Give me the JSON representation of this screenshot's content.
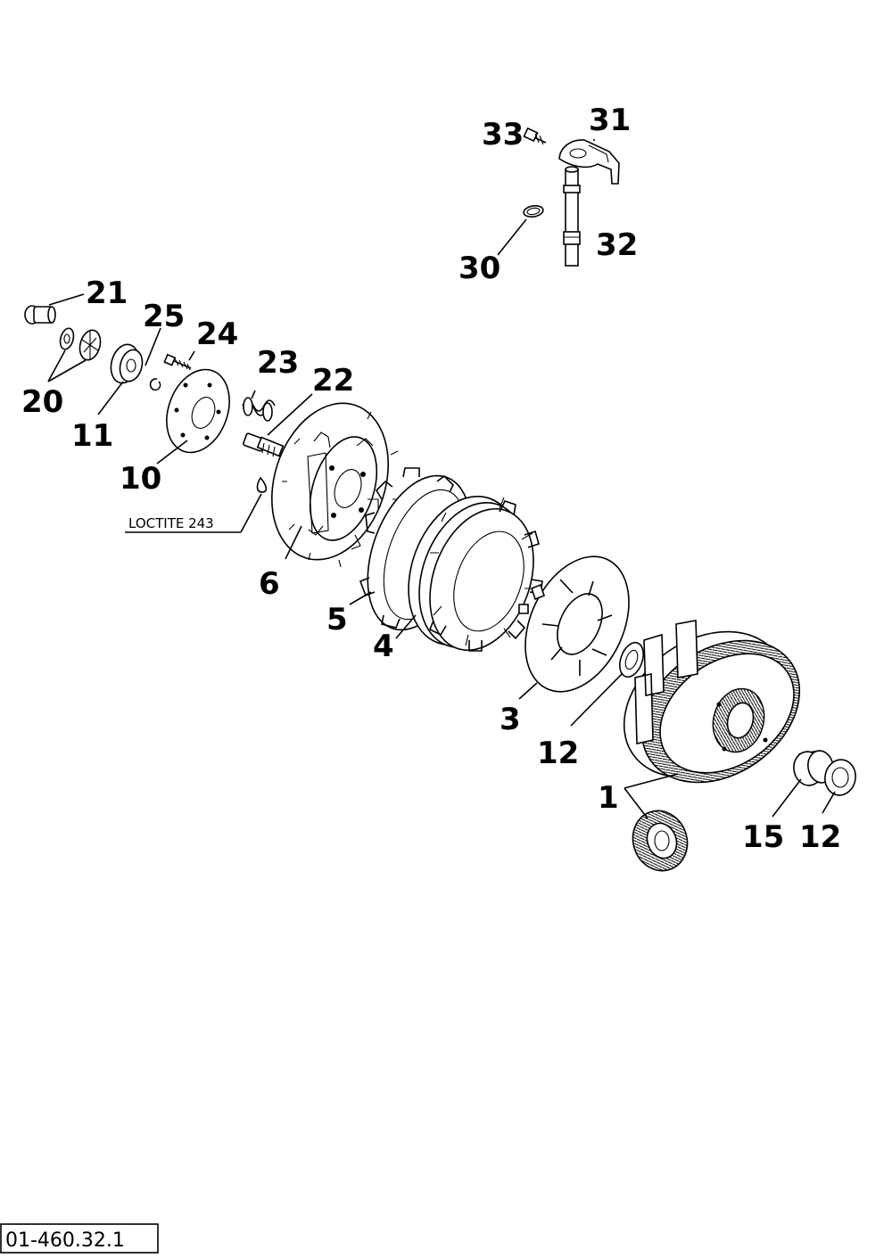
{
  "diagram": {
    "callouts": {
      "p1": "1",
      "p3": "3",
      "p4": "4",
      "p5": "5",
      "p6": "6",
      "p10": "10",
      "p11": "11",
      "p12a": "12",
      "p12b": "12",
      "p15": "15",
      "p20": "20",
      "p21": "21",
      "p22": "22",
      "p23": "23",
      "p24": "24",
      "p25": "25",
      "p30": "30",
      "p31": "31",
      "p32": "32",
      "p33": "33"
    },
    "note": "LOCTITE 243",
    "reference": "01-460.32.1"
  }
}
